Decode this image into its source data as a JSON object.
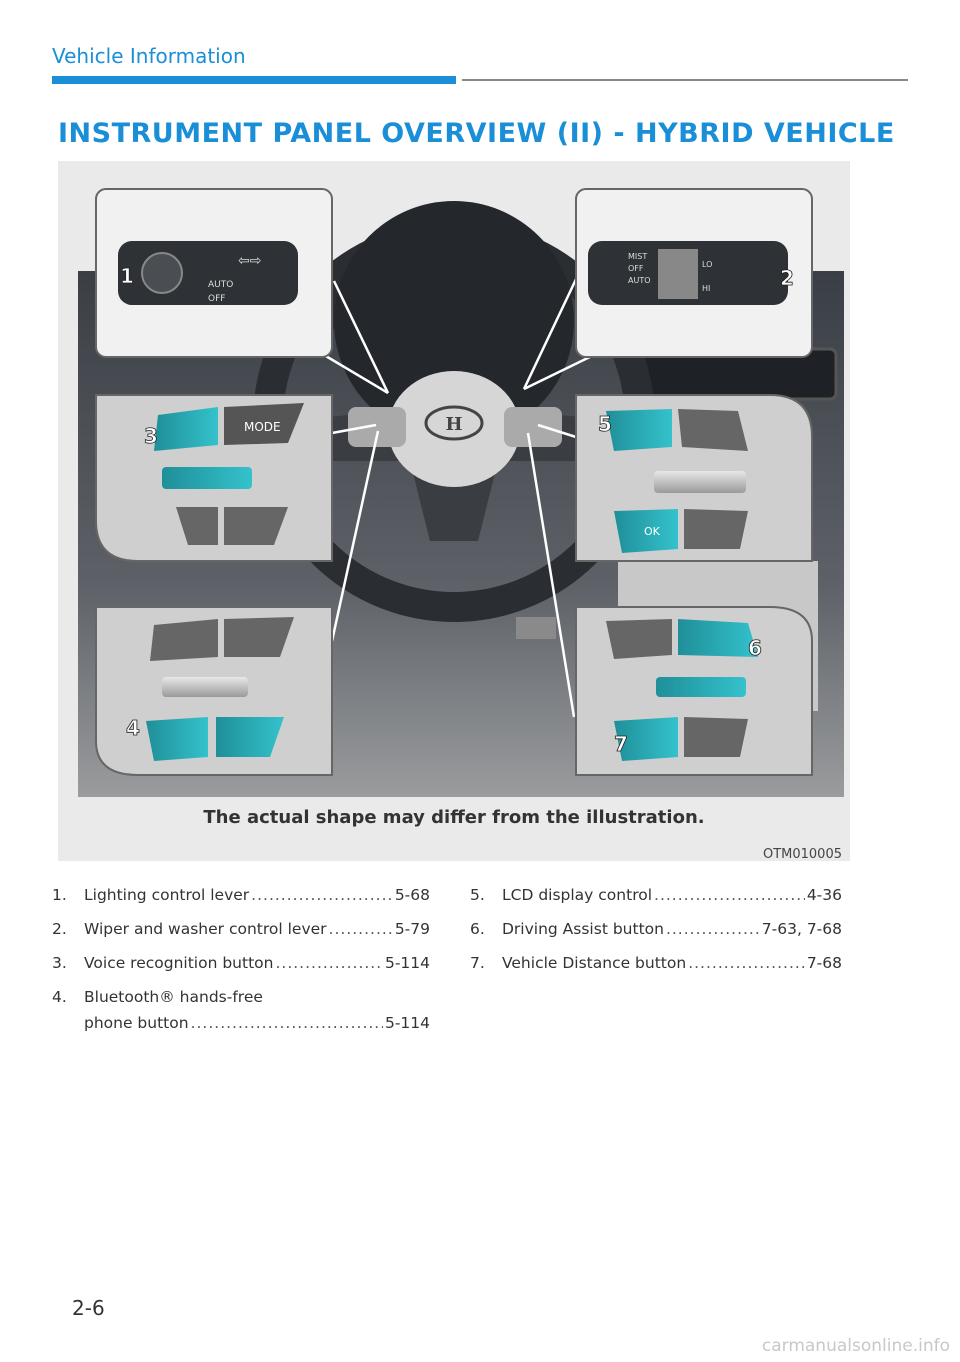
{
  "header": {
    "section": "Vehicle Information",
    "heading": "INSTRUMENT PANEL OVERVIEW (II) - HYBRID VEHICLE"
  },
  "figure": {
    "caption": "The actual shape may differ from the illustration.",
    "code": "OTM010005",
    "logo_text": "H",
    "callouts": [
      "1",
      "2",
      "3",
      "4",
      "5",
      "6",
      "7"
    ],
    "labels": {
      "mode": "MODE",
      "ok": "OK",
      "auto": "AUTO",
      "off": "OFF",
      "mist": "MIST",
      "lo": "LO",
      "hi": "HI"
    },
    "accent_color": "#1fa8b4"
  },
  "items_left": [
    {
      "num": "1.",
      "label": "Lighting control lever",
      "page": "5-68"
    },
    {
      "num": "2.",
      "label": "Wiper and washer control lever",
      "page": "5-79"
    },
    {
      "num": "3.",
      "label": "Voice recognition button",
      "page": "5-114"
    },
    {
      "num": "4.",
      "label_line1": "Bluetooth® hands-free",
      "label": "phone button",
      "page": "5-114"
    }
  ],
  "items_right": [
    {
      "num": "5.",
      "label": "LCD display control",
      "page": "4-36"
    },
    {
      "num": "6.",
      "label": "Driving Assist button",
      "page": "7-63, 7-68"
    },
    {
      "num": "7.",
      "label": "Vehicle Distance button",
      "page": "7-68"
    }
  ],
  "footer": {
    "page_number": "2-6",
    "watermark": "carmanualsonline.info"
  }
}
